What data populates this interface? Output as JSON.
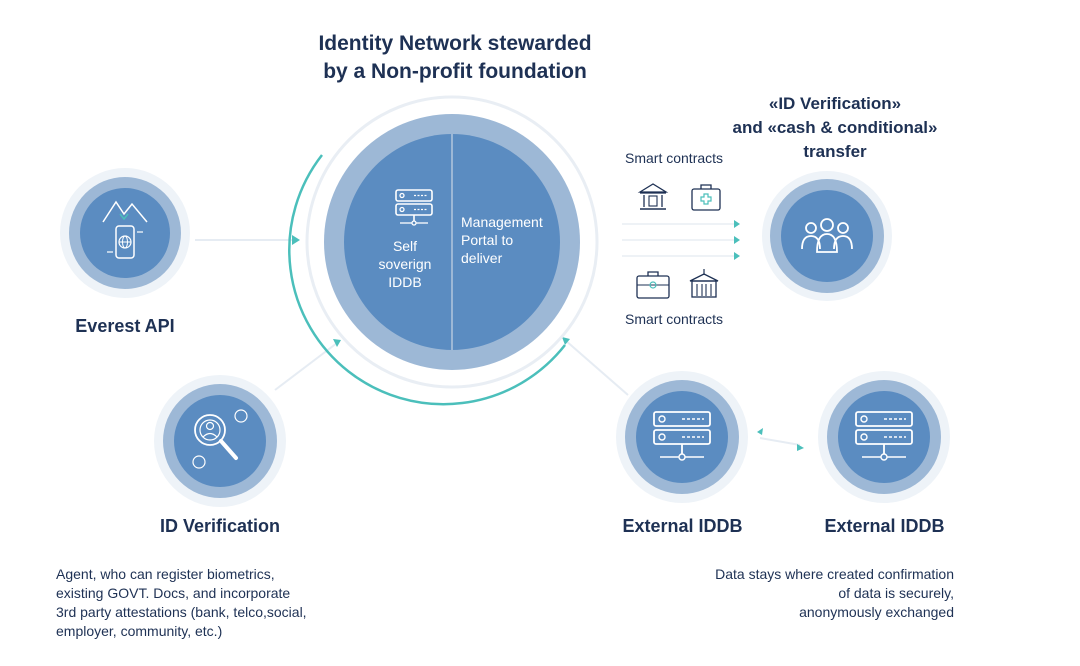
{
  "title": {
    "line1": "Identity Network stewarded",
    "line2": "by a Non-profit foundation"
  },
  "center": {
    "left_lines": [
      "Self",
      "soverign",
      "IDDB"
    ],
    "right_lines": [
      "Management",
      "Portal to",
      "deliver"
    ],
    "left_icon": "server-icon"
  },
  "right_title": {
    "line1": "«ID Verification»",
    "line2": "and «cash & conditional»",
    "line3": "transfer"
  },
  "smart_contracts": {
    "top": "Smart contracts",
    "bottom": "Smart contracts"
  },
  "everest": {
    "label": "Everest API",
    "icon": "mobile-globe-icon"
  },
  "id_verification": {
    "label": "ID Verification",
    "icon": "magnifier-person-icon",
    "note": [
      "Agent, who can register biometrics,",
      "existing GOVT. Docs, and incorporate",
      "3rd party attestations (bank, telco,social,",
      "employer, community, etc.)"
    ]
  },
  "external1": {
    "label": "External IDDB",
    "icon": "server-icon"
  },
  "external2": {
    "label": "External IDDB",
    "icon": "server-icon"
  },
  "data_note": [
    "Data stays where created confirmation",
    "of data is securely,",
    "anonymously exchanged"
  ],
  "group": {
    "icon": "users-group-icon"
  },
  "contract_icons": [
    "bank-icon",
    "medical-case-icon",
    "briefcase-icon",
    "government-building-icon"
  ],
  "colors": {
    "accent": "#4bbfbb",
    "circle_dark": "#5b8cc1",
    "circle_light": "#9db8d6",
    "text": "#1e3154"
  }
}
